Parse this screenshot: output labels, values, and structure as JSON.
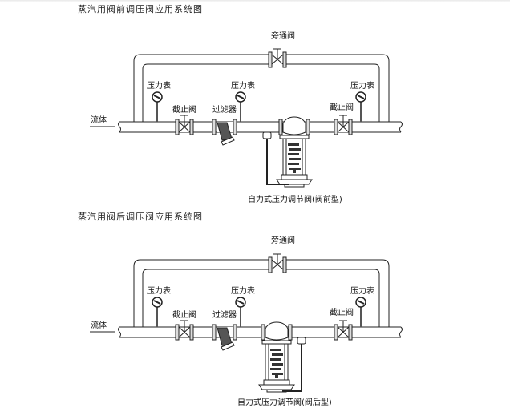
{
  "diagrams": [
    {
      "title": "蒸汽用阀前调压阀应用系统图",
      "type": "valve-before",
      "labels": {
        "bypass_valve": "旁通阀",
        "fluid": "流体",
        "gauge_left": "压力表",
        "gauge_mid": "压力表",
        "gauge_right": "压力表",
        "shutoff_left": "截止阀",
        "shutoff_right": "截止阀",
        "filter": "过滤器",
        "regulator": "自力式压力调节阀(阀前型)"
      }
    },
    {
      "title": "蒸汽用阀后调压阀应用系统图",
      "type": "valve-after",
      "labels": {
        "bypass_valve": "旁通阀",
        "fluid": "流体",
        "gauge_left": "压力表",
        "gauge_mid": "压力表",
        "gauge_right": "压力表",
        "shutoff_left": "截止阀",
        "shutoff_right": "截止阀",
        "filter": "过滤器",
        "regulator": "自力式压力调节阀(阀后型)"
      }
    }
  ],
  "colors": {
    "line": "#222222",
    "fill": "#ffffff",
    "dark": "#444444"
  }
}
